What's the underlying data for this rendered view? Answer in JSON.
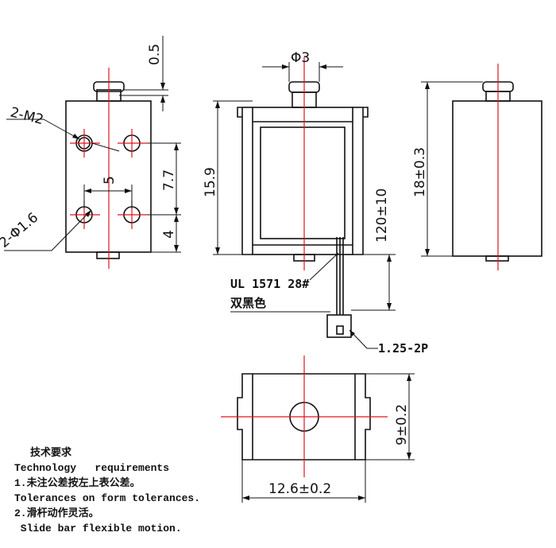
{
  "dimensions": {
    "top_gap": "0.5",
    "thread": "2-M2",
    "hole_dia": "2-Φ1.6",
    "hole_spacing": "5",
    "hole_vertical": "7.7",
    "bottom_offset": "4",
    "shaft_dia": "Φ3",
    "body_height": "15.9",
    "lead_length": "120±10",
    "side_height": "18±0.3",
    "bottom_height": "9±0.2",
    "bottom_width": "12.6±0.2"
  },
  "labels": {
    "wire_spec": "UL 1571 28#",
    "wire_color": "双黑色",
    "connector": "1.25-2P"
  },
  "notes": {
    "title_cn": "技术要求",
    "title_en": "Technology   requirements",
    "line1_cn": "1.未注公差按左上表公差。",
    "line1_en": "Tolerances on form tolerances.",
    "line2_cn": "2.滑杆动作灵活。",
    "line2_en": " Slide bar flexible motion."
  }
}
